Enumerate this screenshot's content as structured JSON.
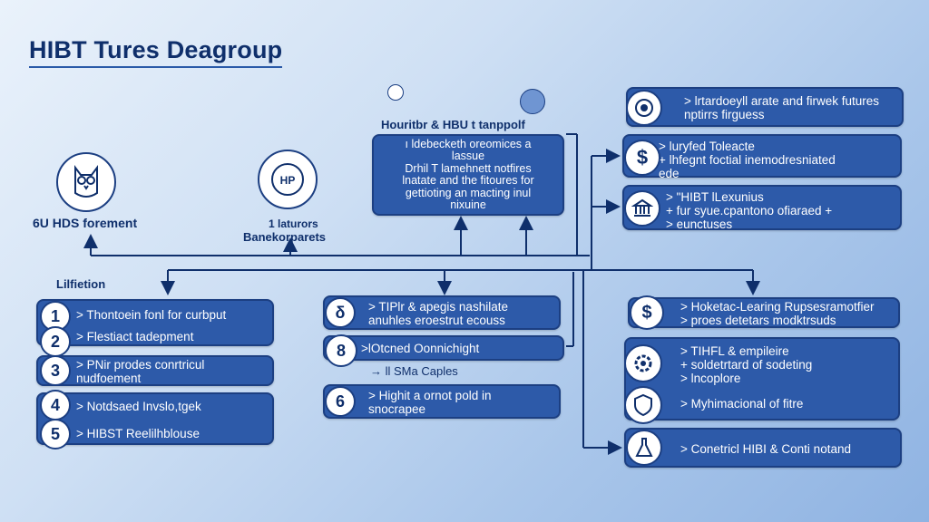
{
  "title": "HIBT Tures Deagroup",
  "top_left": {
    "left_caption": "6U HDS forement",
    "right_caption_1": "1 laturors",
    "right_caption_2": "Banekorparets"
  },
  "center_top": {
    "heading": "Houritbr & HBU t tanppolf",
    "lines": [
      "ı ldebecketh oreomices a",
      "lassue",
      "Drhil T lamehnett notfires",
      "lnatate and the fitoures for",
      "gettioting an macting inul",
      "nixuine"
    ]
  },
  "right_top": [
    {
      "lines": [
        "> lrtardoeyll arate and firwek futures",
        "nptirrs firguess"
      ]
    },
    {
      "lines": [
        "> luryfed Toleacte",
        "+ lhfegnt foctial inemodresniated",
        "ede"
      ]
    },
    {
      "lines": [
        "> \"HIBT lLexunius",
        "+ fur syue.cpantono ofiaraed +",
        "> eunctuses"
      ]
    }
  ],
  "section_label": "Lilfietion",
  "left_list": [
    {
      "num": "1",
      "text": "> Thontoein fonl for curbput"
    },
    {
      "num": "2",
      "text": "> Flestiact tadepment"
    },
    {
      "num": "3",
      "text_1": "> PNir prodes conrtricul",
      "text_2": "nudfoement"
    },
    {
      "num": "4",
      "text": "> Notdsaed Invslo,tgek"
    },
    {
      "num": "5",
      "text": "> HIBST Reelilhblouse"
    }
  ],
  "middle_list": [
    {
      "num": "δ",
      "lines": [
        "> TIPlr & apegis nashilate",
        "anuhles eroestrut ecouss"
      ]
    },
    {
      "num": "8",
      "lines": [
        ">lOtcned Oonnichight"
      ],
      "sub": "→ ll SMa Caples"
    },
    {
      "num": "6",
      "lines": [
        "> Highit a ornot pold in",
        "snocrapee"
      ]
    }
  ],
  "right_list": [
    {
      "icon": "dollar-icon",
      "lines": [
        "> Hoketac-Learing Rupsesramotfier",
        "> proes detetars modktrsuds"
      ]
    },
    {
      "icon": "gear-icon",
      "lines": [
        "> TIHFL & empileire",
        "+ soldetrtard of sodeting",
        "> lncoplore"
      ]
    },
    {
      "icon": "shield-icon",
      "lines": [
        "> Myhimacional of fitre"
      ]
    },
    {
      "icon": "flask-icon",
      "lines": [
        "> Conetricl HIBI & Conti notand"
      ]
    }
  ],
  "colors": {
    "box": "#2d5aa9",
    "border": "#1c3f82",
    "title": "#0f2f6b",
    "line": "#0f2f6b"
  }
}
